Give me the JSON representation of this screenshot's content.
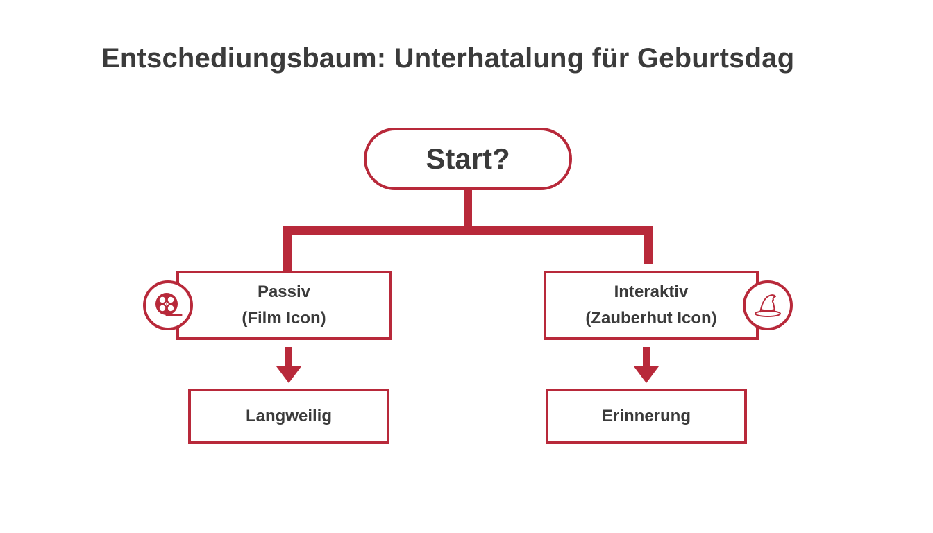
{
  "title": "Entschediungsbaum: Unterhatalung für Geburtsdag",
  "colors": {
    "accent": "#b8293a",
    "text": "#3a3a3a",
    "background": "#ffffff"
  },
  "tree": {
    "root": {
      "label": "Start?"
    },
    "branches": [
      {
        "label": "Passiv",
        "sublabel": "(Film Icon)",
        "icon": "film-reel-icon",
        "result": "Langweilig"
      },
      {
        "label": "Interaktiv",
        "sublabel": "(Zauberhut Icon)",
        "icon": "wizard-hat-icon",
        "result": "Erinnerung"
      }
    ]
  }
}
